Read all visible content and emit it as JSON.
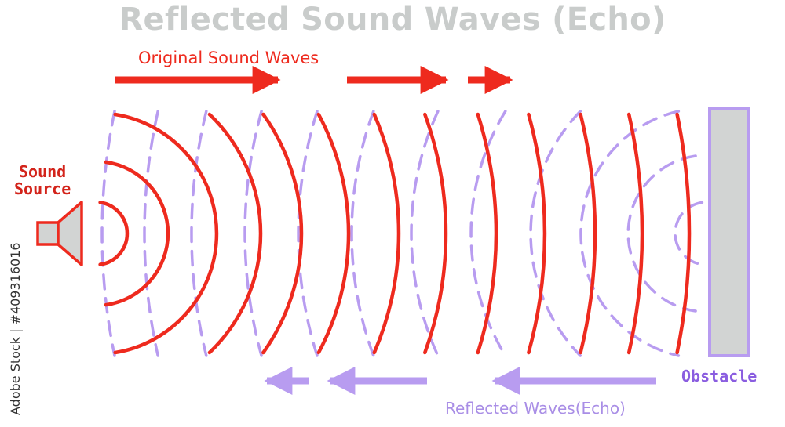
{
  "title": "Reflected Sound Waves (Echo)",
  "labels": {
    "original": "Original Sound Waves",
    "reflected": "Reflected Waves(Echo)",
    "source_line1": "Sound",
    "source_line2": "Source",
    "obstacle": "Obstacle"
  },
  "watermark": "Adobe Stock | #409316016",
  "colors": {
    "original_wave": "#ee2a1e",
    "reflected_wave": "#b89cf0",
    "obstacle_fill": "#d2d4d3",
    "obstacle_border": "#b89cf0",
    "title": "#c9cccb"
  }
}
